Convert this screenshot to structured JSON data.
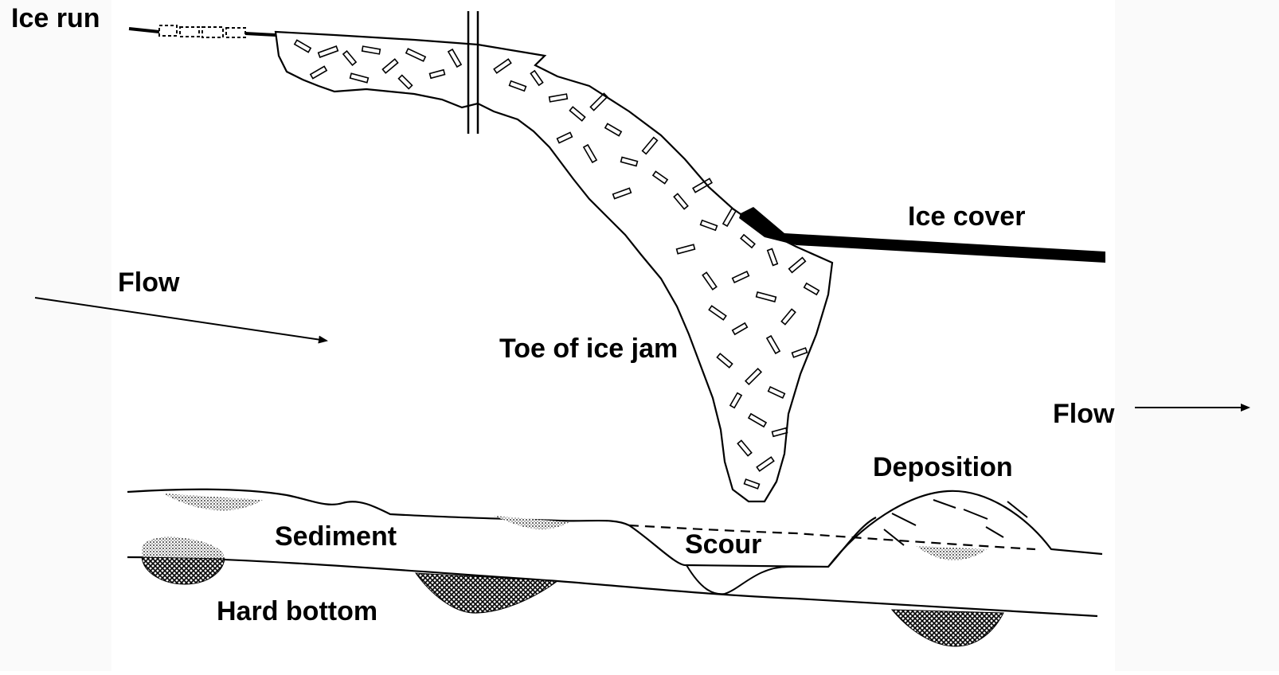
{
  "labels": {
    "ice_run": "Ice run",
    "ice_cover": "Ice cover",
    "flow_left": "Flow",
    "toe": "Toe of ice jam",
    "flow_right": "Flow",
    "deposition": "Deposition",
    "sediment": "Sediment",
    "scour": "Scour",
    "hard_bottom": "Hard bottom"
  },
  "colors": {
    "ink": "#000000",
    "background": "#ffffff",
    "texture": "#f3f3f3"
  }
}
